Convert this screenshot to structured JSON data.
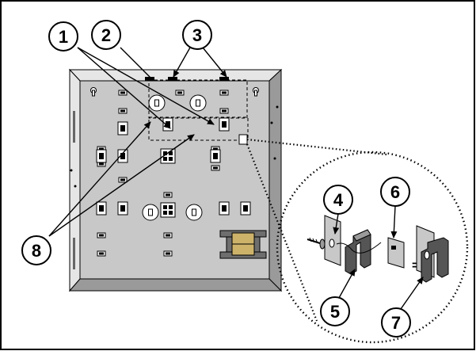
{
  "diagram": {
    "callouts": [
      {
        "id": "c1",
        "label": "1"
      },
      {
        "id": "c2",
        "label": "2"
      },
      {
        "id": "c3",
        "label": "3"
      },
      {
        "id": "c4",
        "label": "4"
      },
      {
        "id": "c5",
        "label": "5"
      },
      {
        "id": "c6",
        "label": "6"
      },
      {
        "id": "c7",
        "label": "7"
      },
      {
        "id": "c8",
        "label": "8"
      }
    ],
    "equals_sign": "=",
    "colors": {
      "cabinet_face": "#c8c8c8",
      "cabinet_bevel_light": "#e6e6e6",
      "cabinet_bevel_dark": "#9a9a9a",
      "outline": "#000000",
      "transformer_core": "#6e6e6e",
      "transformer_coil": "#cdb36a"
    }
  }
}
